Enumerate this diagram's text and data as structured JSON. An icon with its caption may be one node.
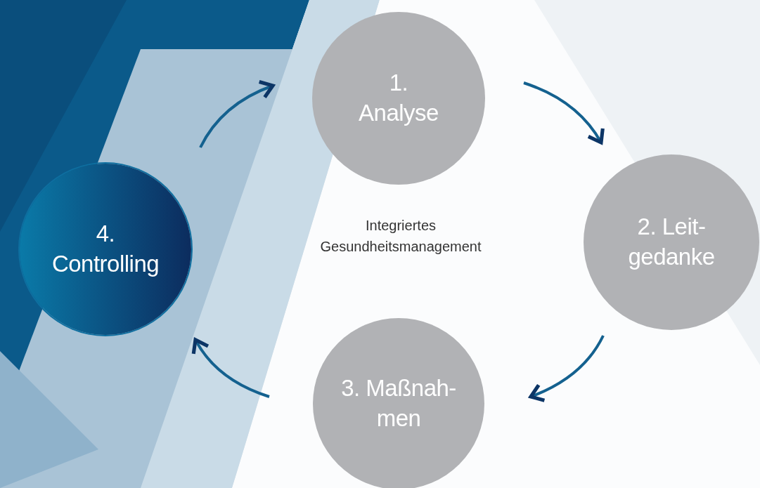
{
  "diagram": {
    "nodes": [
      {
        "text": [
          "1. Analyse"
        ]
      },
      {
        "text": [
          "2. Leit- gedanke"
        ]
      },
      {
        "text": [
          "3. Maßnah- men"
        ]
      },
      {
        "text": [
          "4. Controlling"
        ]
      }
    ],
    "edges": [
      {
        "from": 0,
        "to": 1,
        "arrow": "to"
      },
      {
        "from": 1,
        "to": 2,
        "arrow": "to"
      },
      {
        "from": 2,
        "to": 3,
        "arrow": "to"
      },
      {
        "from": 3,
        "to": 0,
        "arrow": "to"
      }
    ],
    "labels": [
      "Integriertes Gesundheitsmanagement"
    ]
  }
}
